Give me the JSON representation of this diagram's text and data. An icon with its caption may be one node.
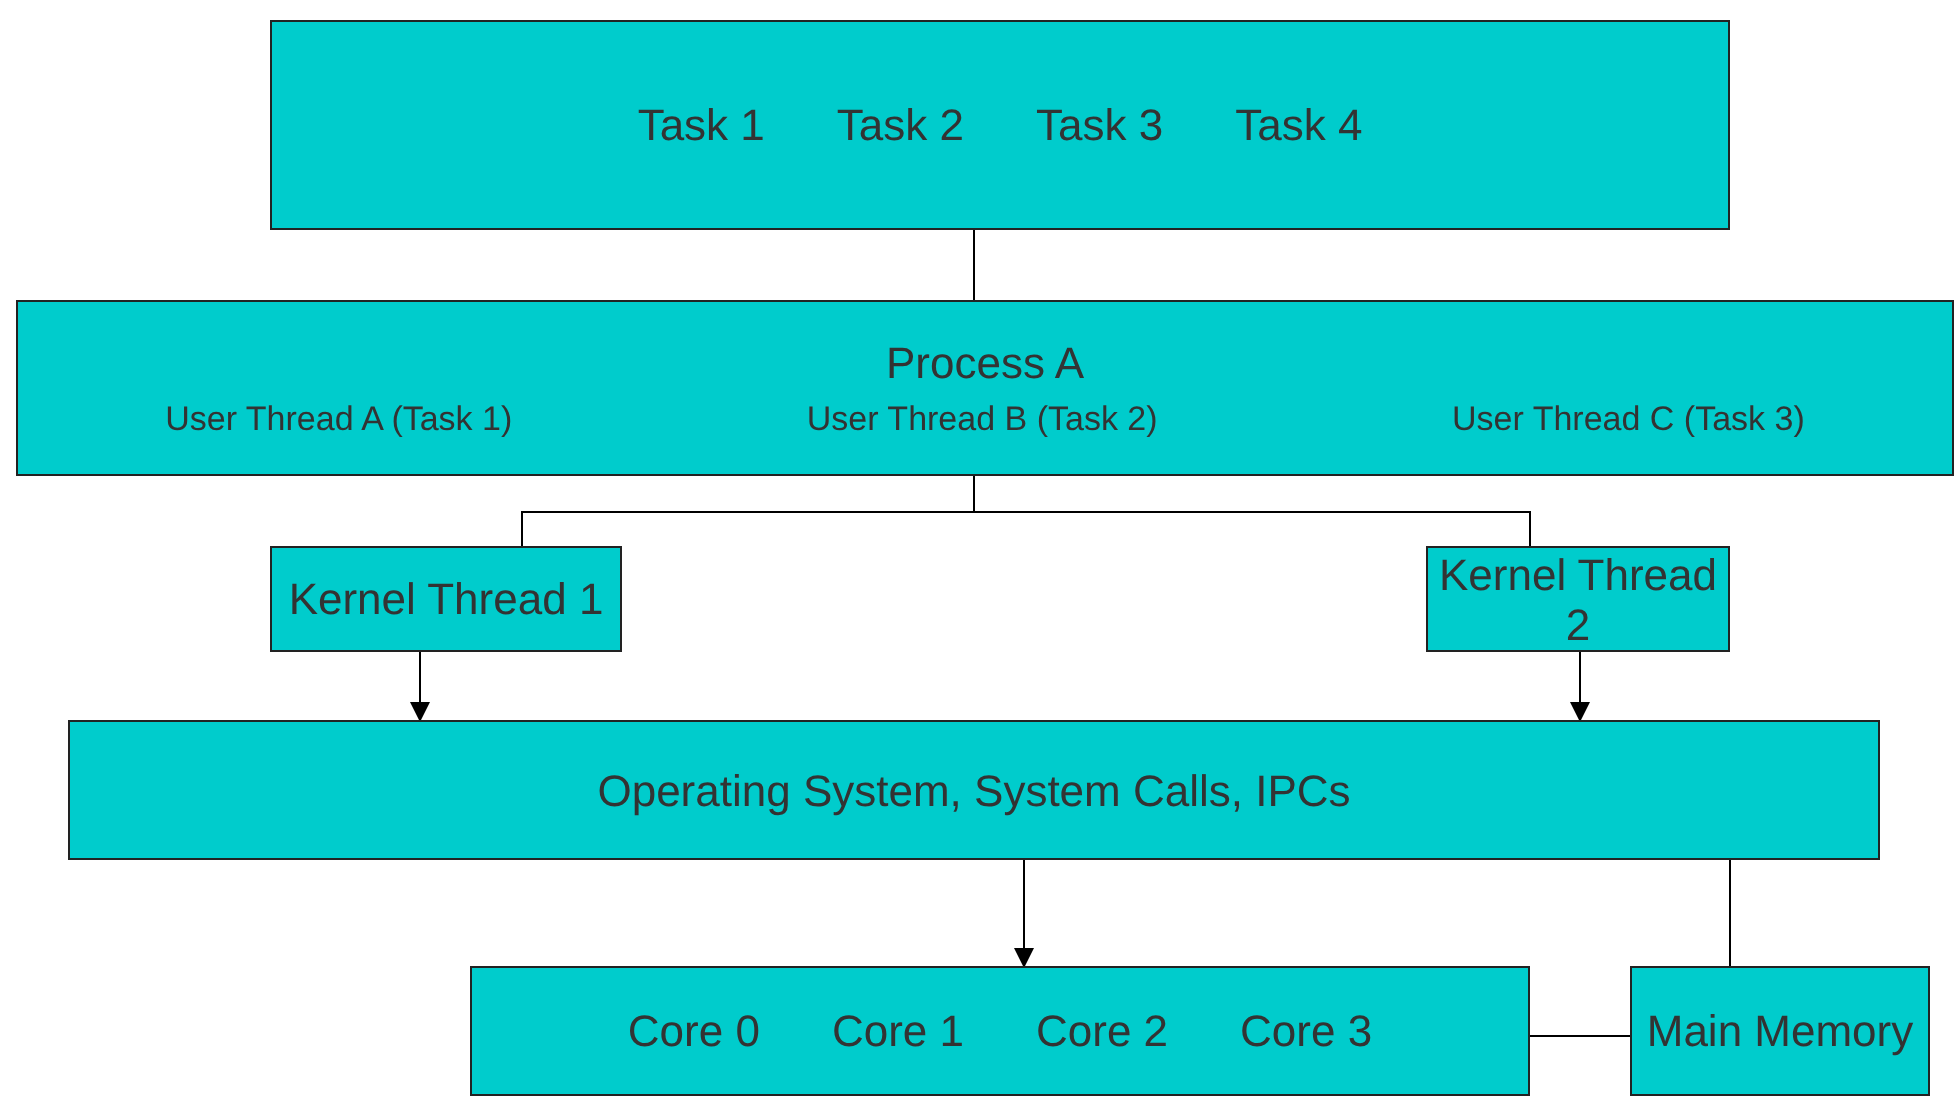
{
  "diagram": {
    "nodes": [
      {
        "text": [
          "Task 1",
          "Task 2",
          "Task 3",
          "Task 4"
        ]
      },
      {
        "text": [
          "Process A",
          "User Thread A (Task 1)",
          "User Thread B (Task 2)",
          "User Thread C (Task 3)"
        ]
      },
      {
        "text": [
          "Kernel Thread 1"
        ]
      },
      {
        "text": [
          "Kernel Thread 2"
        ]
      },
      {
        "text": [
          "Operating System, System Calls, IPCs"
        ]
      },
      {
        "text": [
          "Core 0",
          "Core 1",
          "Core 2",
          "Core 3"
        ]
      },
      {
        "text": [
          "Main Memory"
        ]
      }
    ],
    "edges": [
      {
        "from": 0,
        "to": 1,
        "arrow": "none"
      },
      {
        "from": 1,
        "to": 2,
        "arrow": "none"
      },
      {
        "from": 1,
        "to": 3,
        "arrow": "none"
      },
      {
        "from": 2,
        "to": 4,
        "arrow": "to"
      },
      {
        "from": 3,
        "to": 4,
        "arrow": "to"
      },
      {
        "from": 4,
        "to": 5,
        "arrow": "to"
      },
      {
        "from": 4,
        "to": 6,
        "arrow": "none"
      },
      {
        "from": 5,
        "to": 6,
        "arrow": "none"
      }
    ]
  }
}
